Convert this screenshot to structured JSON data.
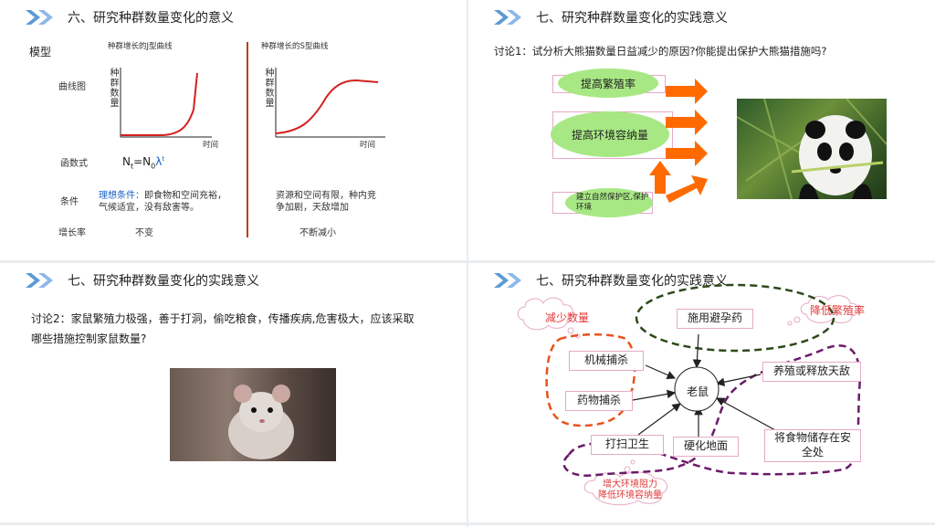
{
  "slides": {
    "s1": {
      "title": "六、研究种群数量变化的意义",
      "model_label": "模型",
      "j_curve_title": "种群增长的J型曲线",
      "s_curve_title": "种群增长的S型曲线",
      "row_curve": "曲线图",
      "row_function": "函数式",
      "row_condition": "条件",
      "row_rate": "增长率",
      "y_axis_chars": "种群数量",
      "x_axis_label": "时间",
      "formula_n": "N",
      "formula_t": "t",
      "formula_eq": "=N",
      "formula_0": "0",
      "formula_lambda": "λ",
      "formula_sup": "t",
      "ideal_label": "理想条件：",
      "ideal_text_1": "即食物和空间充裕，",
      "ideal_text_2": "气候适宜，没有敌害等。",
      "s_condition_1": "资源和空间有限，种内竞",
      "s_condition_2": "争加剧，天敌增加",
      "j_rate": "不变",
      "s_rate": "不断减小"
    },
    "s2": {
      "title": "七、研究种群数量变化的实践意义",
      "question": "讨论1：试分析大熊猫数量日益减少的原因?你能提出保护大熊猫措施吗?",
      "measure_1": "提高繁殖率",
      "measure_2": "提高环境容纳量",
      "measure_3": "建立自然保护区,保护环境"
    },
    "s3": {
      "title": "七、研究种群数量变化的实践意义",
      "question_1": "讨论2：家鼠繁殖力极强，善于打洞，偷吃粮食，传播疾病,危害极大，应该采取",
      "question_2": "哪些措施控制家鼠数量?"
    },
    "s4": {
      "title": "七、研究种群数量变化的实践意义",
      "cloud_reduce": "减少数量",
      "cloud_lower_birth": "降低繁殖率",
      "cloud_resistance_1": "增大环境阻力",
      "cloud_resistance_2": "降低环境容纳量",
      "node_contraceptive": "施用避孕药",
      "node_mechanical": "机械捕杀",
      "node_drug": "药物捕杀",
      "node_mouse": "老鼠",
      "node_predator": "养殖或释放天敌",
      "node_clean": "打扫卫生",
      "node_harden": "硬化地面",
      "node_storage": "将食物储存在安全处"
    }
  },
  "colors": {
    "accent_blue": "#5b9bd5",
    "curve_red": "#d62020",
    "divider_red": "#c0391b",
    "arrow_orange": "#ff6a00",
    "ellipse_green": "#a8e884",
    "dash_orange": "#e8521c",
    "dash_green": "#2d4a1a",
    "dash_purple": "#6b1a6b"
  }
}
